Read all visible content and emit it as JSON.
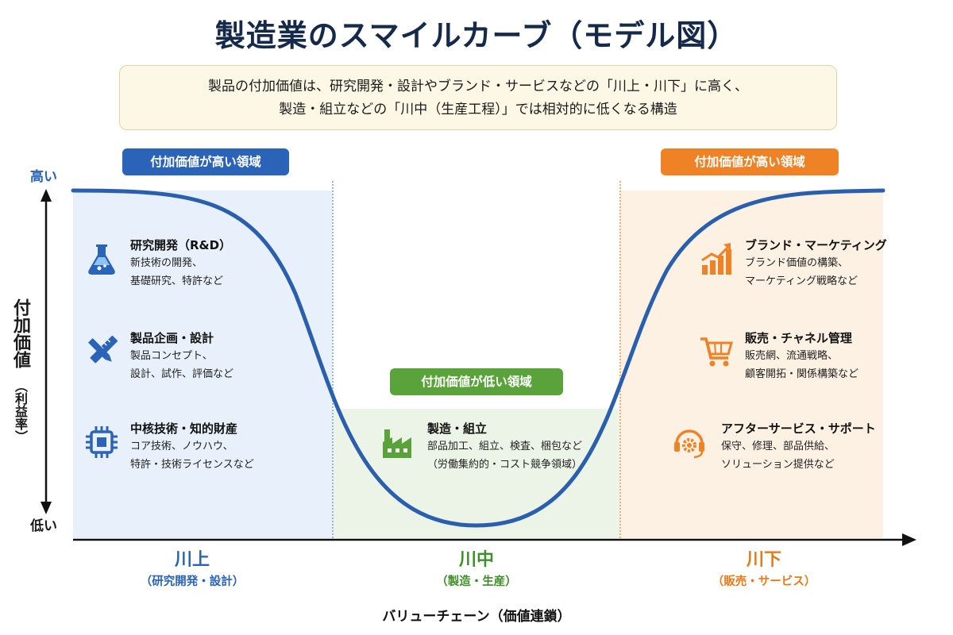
{
  "title": "製造業のスマイルカーブ（モデル図）",
  "description": {
    "line1": "製品の付加価値は、研究開発・設計やブランド・サービスなどの「川上・川下」に高く、",
    "line2": "製造・組立などの「川中（生産工程）」では相対的に低くなる構造"
  },
  "badges": {
    "left": "付加価値が高い領域",
    "middle": "付加価値が低い領域",
    "right": "付加価値が高い領域"
  },
  "y_axis": {
    "title": "付加価値",
    "subtitle": "（利益率）",
    "high": "高い",
    "low": "低い"
  },
  "x_axis": {
    "title": "バリューチェーン（価値連鎖）"
  },
  "stages": [
    {
      "name": "川上",
      "sub": "（研究開発・設計）"
    },
    {
      "name": "川中",
      "sub": "（製造・生産）"
    },
    {
      "name": "川下",
      "sub": "（販売・サービス）"
    }
  ],
  "left_items": [
    {
      "icon": "flask-icon",
      "heading": "研究開発（R&D）",
      "lines": [
        "新技術の開発、",
        "基礎研究、特許など"
      ]
    },
    {
      "icon": "pencil-ruler-icon",
      "heading": "製品企画・設計",
      "lines": [
        "製品コンセプト、",
        "設計、試作、評価など"
      ]
    },
    {
      "icon": "chip-icon",
      "heading": "中核技術・知的財産",
      "lines": [
        "コア技術、ノウハウ、",
        "特許・技術ライセンスなど"
      ]
    }
  ],
  "middle_items": [
    {
      "icon": "factory-icon",
      "heading": "製造・組立",
      "lines": [
        "部品加工、組立、検査、梱包など",
        "（労働集約的・コスト競争領域）"
      ]
    }
  ],
  "right_items": [
    {
      "icon": "growth-chart-icon",
      "heading": "ブランド・マーケティング",
      "lines": [
        "ブランド価値の構築、",
        "マーケティング戦略など"
      ]
    },
    {
      "icon": "shopping-cart-icon",
      "heading": "販売・チャネル管理",
      "lines": [
        "販売網、流通戦略、",
        "顧客開拓・関係構築など"
      ]
    },
    {
      "icon": "headset-gear-icon",
      "heading": "アフターサービス・サポート",
      "lines": [
        "保守、修理、部品供給、",
        "ソリューション提供など"
      ]
    }
  ],
  "colors": {
    "curve": "#2a5fae",
    "upstream": "#2a63b8",
    "midstream": "#5aa33a",
    "downstream": "#ee8224",
    "title": "#15294a"
  }
}
